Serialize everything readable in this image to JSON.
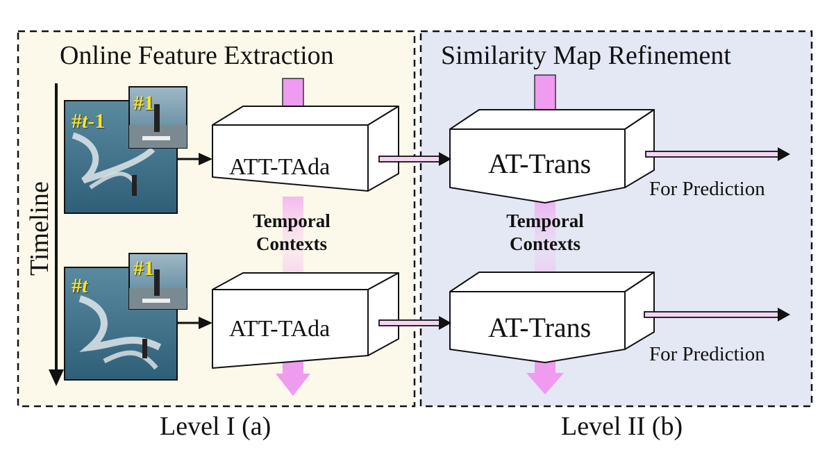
{
  "panels": {
    "left_title": "Online Feature Extraction",
    "right_title": "Similarity Map Refinement",
    "left_caption": "Level I (a)",
    "right_caption": "Level II (b)"
  },
  "timeline_label": "Timeline",
  "frames": {
    "top_main_tag_prefix": "#",
    "top_main_tag_var": "t",
    "top_main_tag_suffix": "-1",
    "top_ref_tag": "#1",
    "bottom_main_tag_prefix": "#",
    "bottom_main_tag_var": "t",
    "bottom_ref_tag": "#1"
  },
  "modules": {
    "att_tada_top": "ATT-TAda",
    "att_tada_bottom": "ATT-TAda",
    "at_trans_top": "AT-Trans",
    "at_trans_bottom": "AT-Trans"
  },
  "temporal": {
    "left_line1": "Temporal",
    "left_line2": "Contexts",
    "right_line1": "Temporal",
    "right_line2": "Contexts"
  },
  "outputs": {
    "top": "For Prediction",
    "bottom": "For Prediction"
  },
  "colors": {
    "left_panel_bg": "#fcf8ea",
    "right_panel_bg": "#e4e7f4",
    "context_arrow": "#ee9bf0",
    "flow_arrow_fill": "#f4d4f2",
    "tag_yellow": "#f5e52a",
    "water": "#3f6f86"
  }
}
